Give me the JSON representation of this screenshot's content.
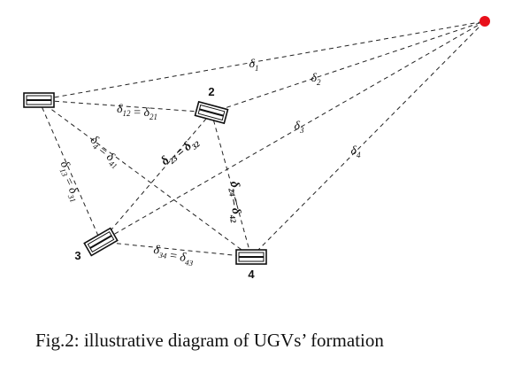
{
  "caption": "Fig.2: illustrative diagram of UGVs’ formation",
  "target_color": "#e8101a",
  "vehicles": [
    {
      "id": "1"
    },
    {
      "id": "2"
    },
    {
      "id": "3"
    },
    {
      "id": "4"
    }
  ],
  "edges": [
    {
      "from": "1",
      "to": "target",
      "label": "δ1"
    },
    {
      "from": "2",
      "to": "target",
      "label": "δ2"
    },
    {
      "from": "3",
      "to": "target",
      "label": "δ3"
    },
    {
      "from": "4",
      "to": "target",
      "label": "δ4"
    },
    {
      "from": "1",
      "to": "2",
      "label": "δ12 = δ21"
    },
    {
      "from": "1",
      "to": "4",
      "label": "δ4 = δ41"
    },
    {
      "from": "1",
      "to": "3",
      "label": "δ13 = δ31"
    },
    {
      "from": "2",
      "to": "3",
      "label": "δ23 = δ32"
    },
    {
      "from": "2",
      "to": "4",
      "label": "δ24 = δ42"
    },
    {
      "from": "3",
      "to": "4",
      "label": "δ34 = δ43"
    }
  ]
}
